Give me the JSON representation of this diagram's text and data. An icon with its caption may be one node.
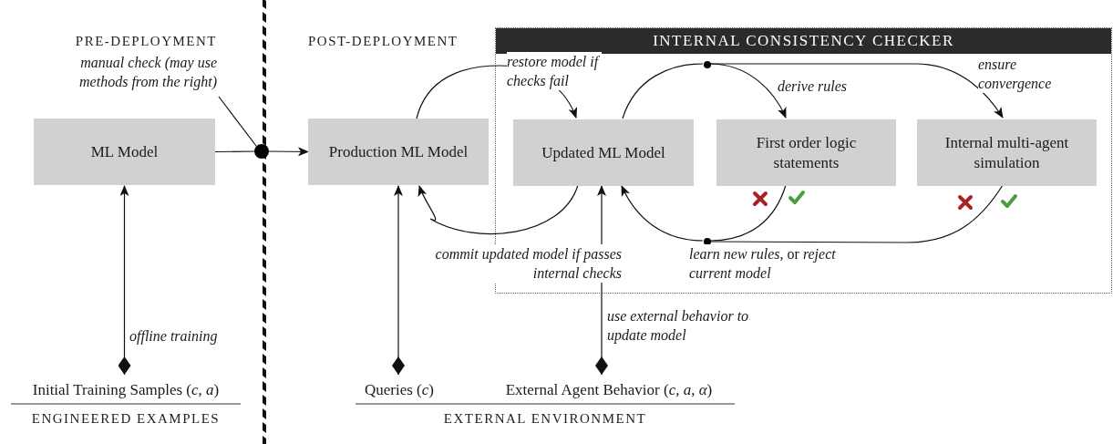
{
  "diagram": {
    "nodes": [
      {
        "text": [
          "ML Model"
        ]
      },
      {
        "text": [
          "manual check (may use methods from the right)"
        ]
      },
      {
        "text": [],
        "shape": "circle"
      },
      {
        "text": [
          "Production ML Model"
        ]
      },
      {
        "text": [
          "INTERNAL CONSISTENCY CHECKER"
        ]
      },
      {
        "text": [
          "Updated ML Model"
        ],
        "in": 4
      },
      {
        "text": [],
        "shape": "circle",
        "in": 4
      },
      {
        "text": [
          "First order logic statements"
        ],
        "in": 4
      },
      {
        "text": [
          "Internal multi-agent simulation"
        ],
        "in": 4
      },
      {
        "text": [],
        "shape": "circle",
        "in": 4
      },
      {
        "text": [
          "Initial Training Samples (*c*, *a*)"
        ]
      },
      {
        "text": [
          "Queries (*c*)"
        ]
      },
      {
        "text": [
          "External Agent Behavior (*c*, *a*, *α*)"
        ]
      }
    ],
    "edges": [
      {
        "from": 0,
        "to": 2,
        "arrow": "none"
      },
      {
        "from": 2,
        "to": 3,
        "arrow": "to"
      },
      {
        "from": 1,
        "to": 2,
        "arrow": "none"
      },
      {
        "from": 3,
        "to": 5,
        "arrow": "to",
        "label": "restore model if checks fail"
      },
      {
        "from": 5,
        "to": 3,
        "arrow": "to",
        "label": "commit updated model if passes internal checks"
      },
      {
        "from": 5,
        "to": 6,
        "arrow": "none"
      },
      {
        "from": 6,
        "to": 7,
        "arrow": "to",
        "label": "derive rules"
      },
      {
        "from": 6,
        "to": 8,
        "arrow": "to",
        "label": "ensure convergence"
      },
      {
        "from": 7,
        "to": 9,
        "arrow": "none"
      },
      {
        "from": 8,
        "to": 9,
        "arrow": "none"
      },
      {
        "from": 9,
        "to": 5,
        "arrow": "to",
        "label": "*learn new rules*, or *reject current model*"
      },
      {
        "from": 10,
        "to": 0,
        "arrow": "to",
        "label": "offline training"
      },
      {
        "from": 11,
        "to": 3,
        "arrow": "to"
      },
      {
        "from": 12,
        "to": 5,
        "arrow": "to",
        "label": "use external behavior to update model"
      }
    ],
    "labels": [
      "PRE-DEPLOYMENT",
      "POST-DEPLOYMENT",
      "ENGINEERED EXAMPLES",
      "EXTERNAL ENVIRONMENT"
    ]
  }
}
